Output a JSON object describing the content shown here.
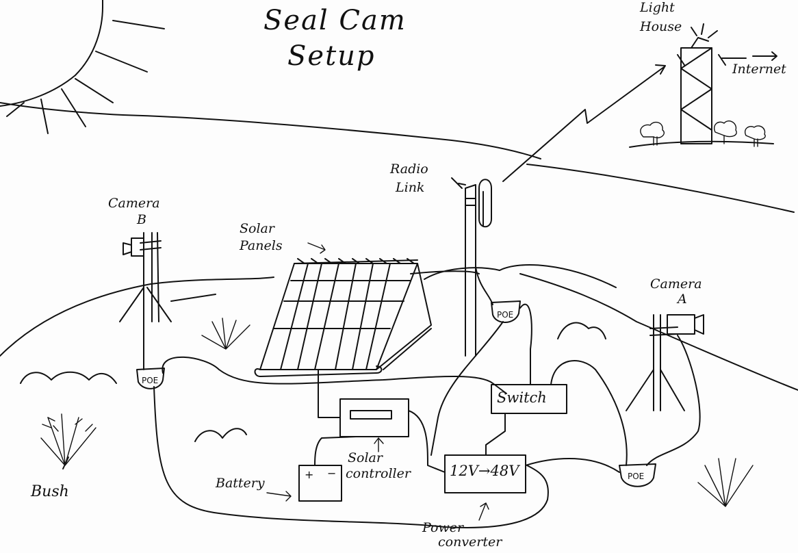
{
  "title_line1": "Seal Cam",
  "title_line2": "Setup",
  "labels": {
    "lighthouse_line1": "Light",
    "lighthouse_line2": "House",
    "internet": "Internet",
    "radio_link_line1": "Radio",
    "radio_link_line2": "Link",
    "camera_b_line1": "Camera",
    "camera_b_line2": "B",
    "camera_a_line1": "Camera",
    "camera_a_line2": "A",
    "solar_panels_line1": "Solar",
    "solar_panels_line2": "Panels",
    "switch": "Switch",
    "solar_controller_line1": "Solar",
    "solar_controller_line2": "controller",
    "battery": "Battery",
    "battery_plus": "+",
    "battery_minus": "−",
    "converter": "12V→48V",
    "power_converter_line1": "Power",
    "power_converter_line2": "converter",
    "bush": "Bush",
    "poe": "POE"
  }
}
